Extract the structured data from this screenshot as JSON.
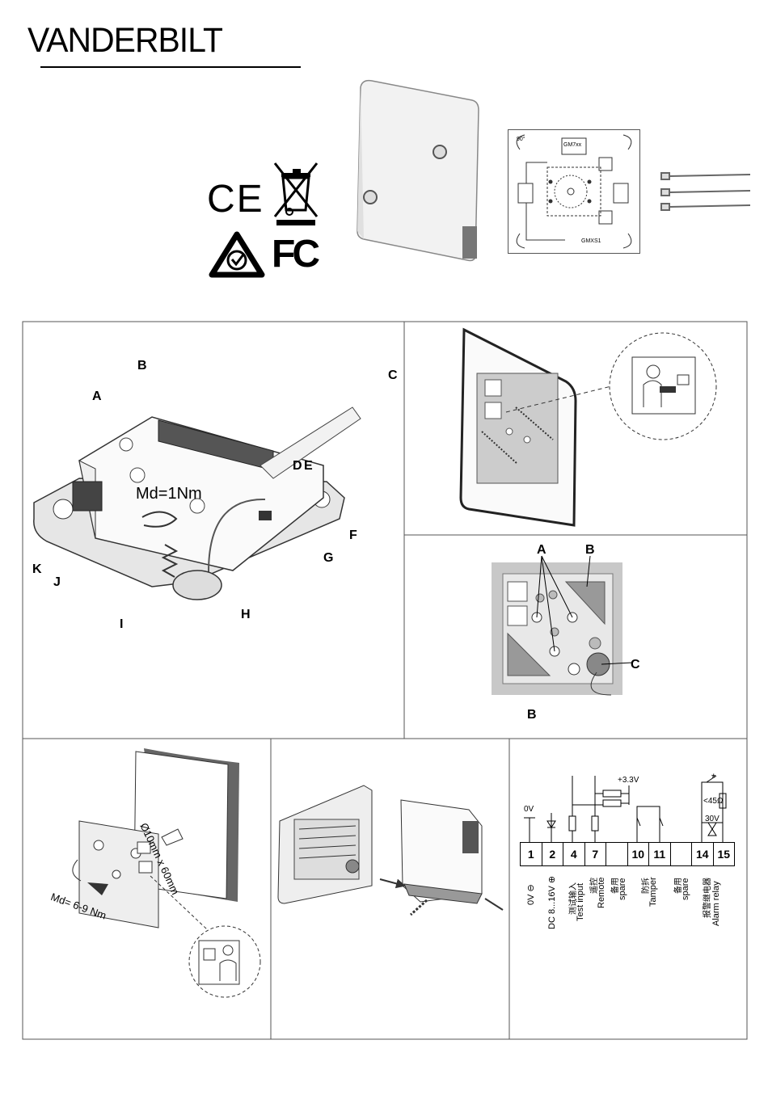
{
  "header": {
    "brand": "VANDERBILT",
    "marks": [
      "CE",
      "FC"
    ]
  },
  "package_contents": {
    "device_labels": [
      "GM7xx",
      "GMXS1"
    ],
    "angle_label": "90°"
  },
  "panel_1": {
    "callouts": [
      "A",
      "B",
      "C",
      "D",
      "E",
      "F",
      "G",
      "H",
      "I",
      "J",
      "K"
    ],
    "torque": "Md=1Nm"
  },
  "panel_3": {
    "callouts": [
      "A",
      "B",
      "B",
      "C"
    ]
  },
  "panel_4": {
    "drill": "Ø10mm x 60mm",
    "torque": "Md= 6-9 Nm"
  },
  "wiring": {
    "supply_label": "+3.3V",
    "ov_label": "0V",
    "resistor_label": "<45Ω",
    "zener_label": "30V",
    "asterisk": "*",
    "terminals": [
      "1",
      "2",
      "4",
      "7",
      "",
      "10",
      "11",
      "",
      "14",
      "15"
    ],
    "functions": [
      {
        "en": "0V ⊖",
        "zh": ""
      },
      {
        "en": "DC 8...16V ⊕",
        "zh": ""
      },
      {
        "en": "Test input",
        "zh": "测试输入"
      },
      {
        "en": "Remote",
        "zh": "遥控"
      },
      {
        "en": "spare",
        "zh": "备用"
      },
      {
        "en": "Tamper",
        "zh": "防拆"
      },
      {
        "en": "spare",
        "zh": "备用"
      },
      {
        "en": "Alarm relay",
        "zh": "报警继电器"
      }
    ]
  }
}
